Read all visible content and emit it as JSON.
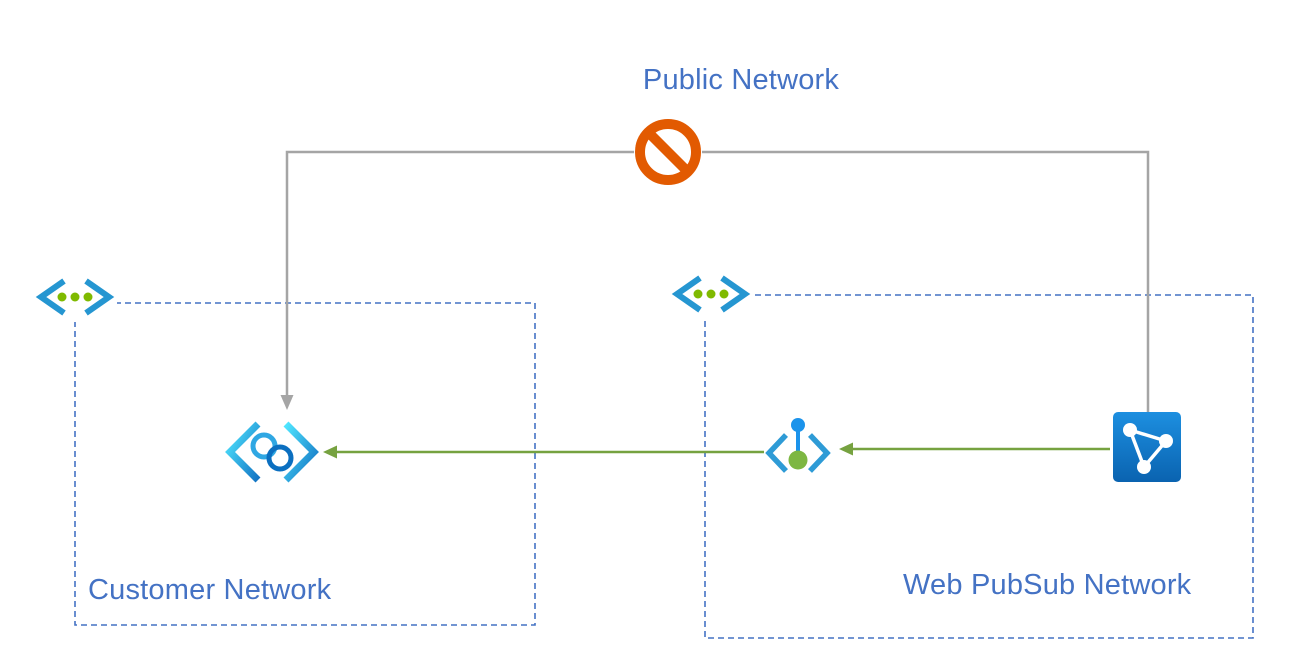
{
  "diagram": {
    "public_network_label": "Public Network",
    "customer_network": {
      "label": "Customer Network"
    },
    "web_pubsub_network": {
      "label": "Web PubSub Network"
    },
    "icons": {
      "blocked_public_access": "no-entry-icon",
      "customer_vnet": "virtual-network-icon",
      "web_pubsub_vnet": "virtual-network-icon",
      "private_endpoint": "private-endpoint-icon",
      "private_link_service": "private-link-service-icon",
      "web_pubsub_service": "web-pubsub-icon"
    },
    "colors": {
      "label_text": "#4472C4",
      "boundary_border": "#4472C4",
      "connector_gray": "#A5A5A5",
      "arrow_green": "#76A240",
      "dot_green": "#7FBA00",
      "blocked_orange": "#E25A01",
      "azure_blue": "#0078D4",
      "chevron_light_blue": "#2E9BD6",
      "endpoint_cyan": "#50E6FF"
    }
  }
}
